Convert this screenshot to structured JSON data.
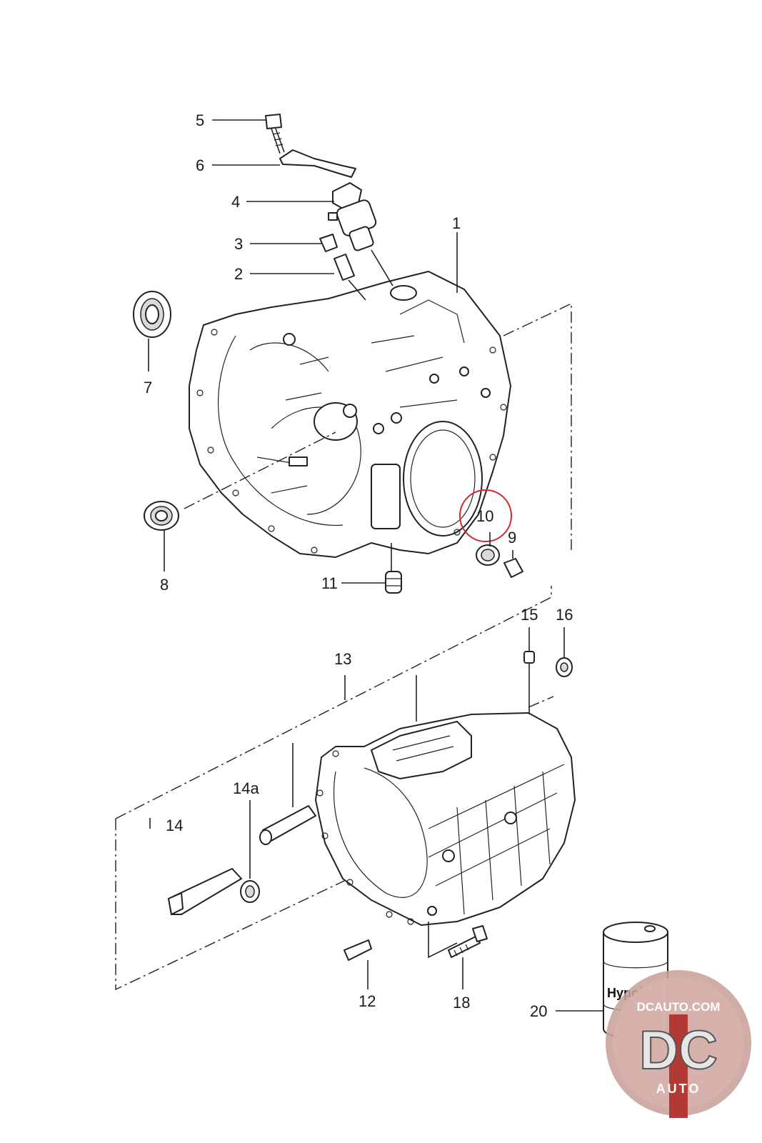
{
  "callouts": {
    "p1": "1",
    "p2": "2",
    "p3": "3",
    "p4": "4",
    "p5": "5",
    "p6": "6",
    "p7": "7",
    "p8": "8",
    "p9": "9",
    "p10": "10",
    "p11": "11",
    "p12": "12",
    "p13": "13",
    "p14": "14",
    "p14a": "14a",
    "p15": "15",
    "p16": "16",
    "p18": "18",
    "p20": "20"
  },
  "oil_can_label": "Hypoid",
  "watermark": {
    "site": "DCAUTO.COM",
    "logo": "DC",
    "sub": "AUTO"
  },
  "highlight_color": "#d22a2a",
  "logo_colors": {
    "ring": "#c9a09a",
    "badge": "#b23a34"
  }
}
